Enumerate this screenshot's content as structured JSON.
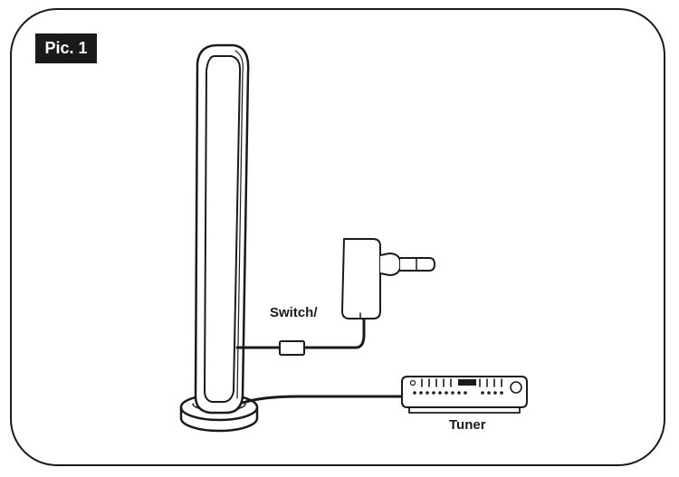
{
  "figure": {
    "badge": "Pic. 1",
    "labels": {
      "switch": "Switch/",
      "tuner": "Tuner"
    },
    "colors": {
      "line": "#1a1a1a",
      "background": "#ffffff"
    }
  }
}
